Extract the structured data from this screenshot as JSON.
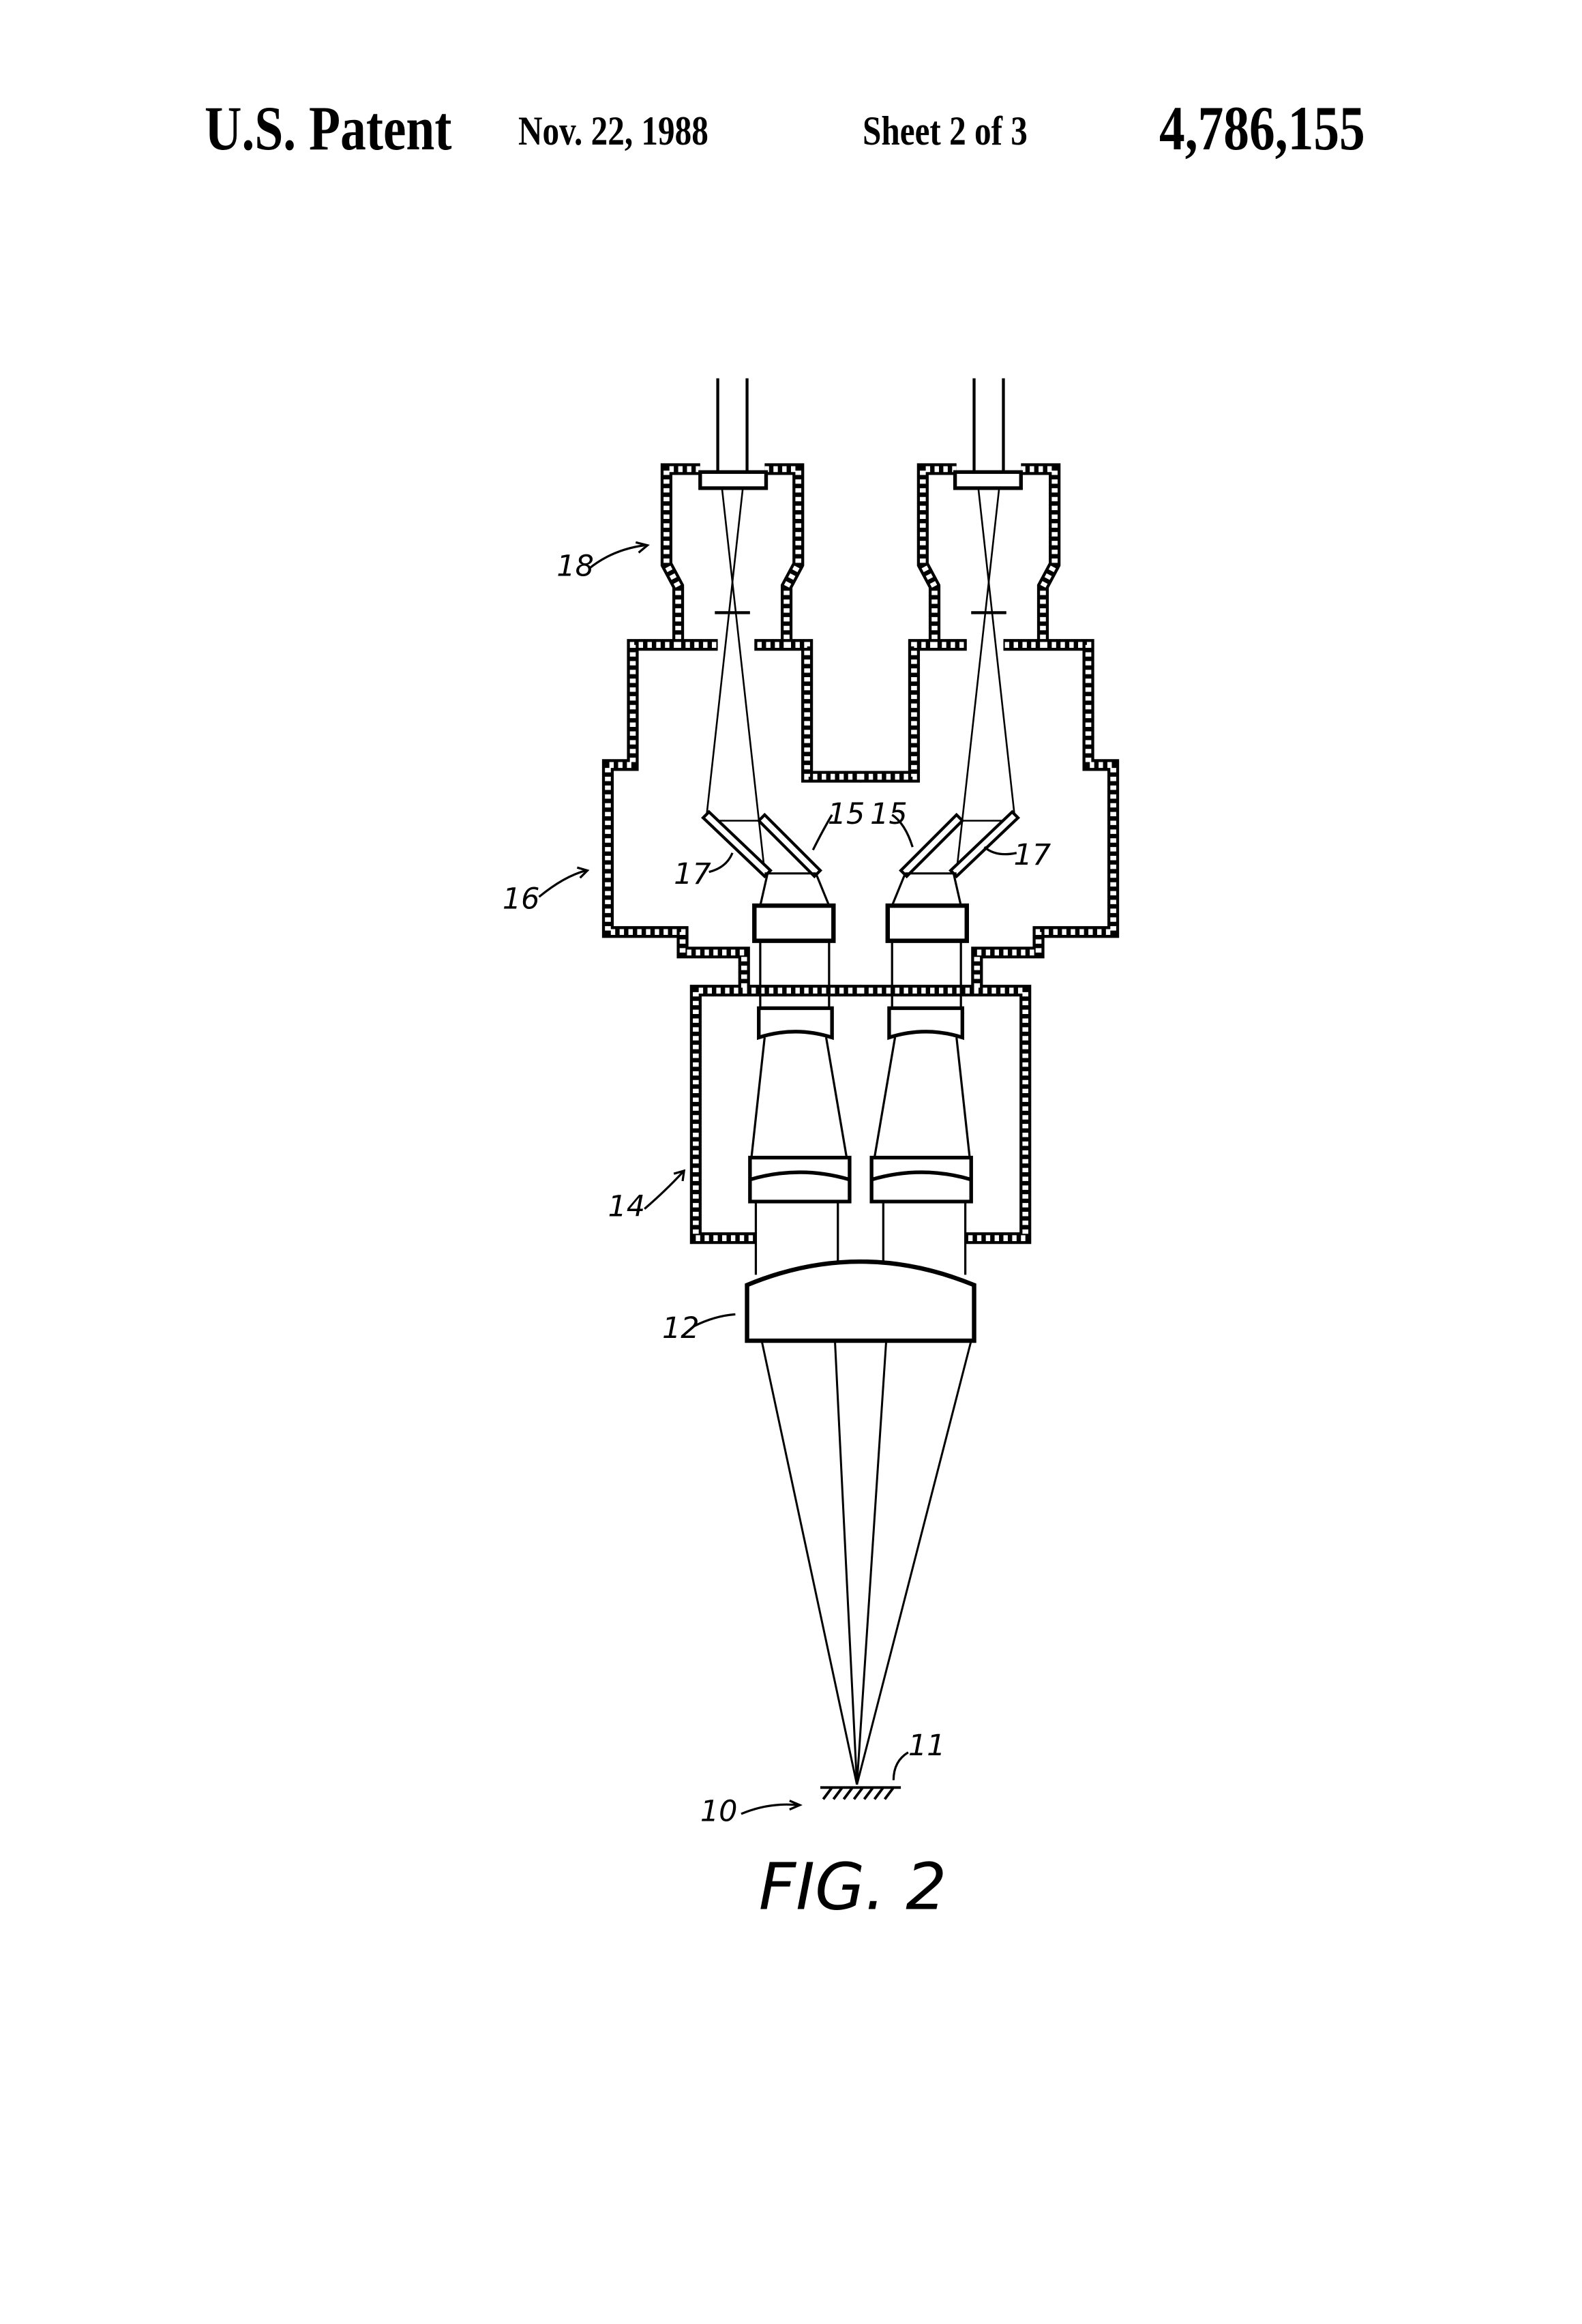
{
  "header": {
    "title": "U.S. Patent",
    "date": "Nov. 22, 1988",
    "sheet": "Sheet 2 of 3",
    "patent_number": "4,786,155"
  },
  "figure": {
    "caption": "FIG. 2",
    "labels": {
      "eyepiece": "18",
      "prism_housing": "16",
      "zoom_housing": "14",
      "objective": "12",
      "object": "10",
      "object_point": "11",
      "prism_left": "15",
      "prism_right": "15",
      "mirror_left": "17",
      "mirror_right": "17"
    }
  }
}
